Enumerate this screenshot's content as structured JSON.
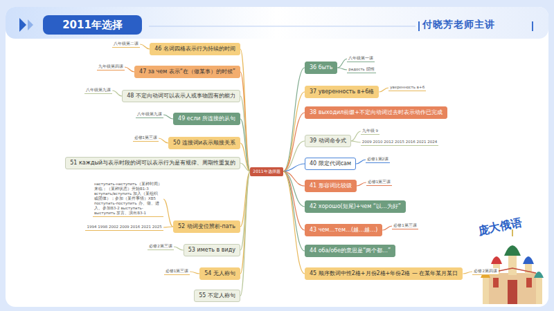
{
  "diagram": {
    "title": "2011年选择",
    "nodes": [
      {
        "text": [
          "2011年选择题"
        ]
      },
      {
        "text": [
          "36 быть"
        ]
      },
      {
        "text": [
          "八年级第一课"
        ]
      },
      {
        "text": [
          "радость 阴性"
        ]
      },
      {
        "text": [
          "37 уверенность в+6格"
        ]
      },
      {
        "text": [
          "уверенность в+6"
        ]
      },
      {
        "text": [
          "38 выходил前缀+不定向动词过去时表示动作已完成"
        ]
      },
      {
        "text": [
          "39 动词命令式"
        ]
      },
      {
        "text": [
          "九年级 9"
        ]
      },
      {
        "text": [
          "2009 2010 2012 2015 2016 2021 2024"
        ]
      },
      {
        "text": [
          "40 限定代词сам"
        ]
      },
      {
        "text": [
          "必修1第2课"
        ]
      },
      {
        "text": [
          "41 形容词比较级"
        ]
      },
      {
        "text": [
          "必修1第三课"
        ]
      },
      {
        "text": [
          "42 хорошо(短尾)+чем “以…为好”"
        ]
      },
      {
        "text": [
          "43 чем…тем…(越…越…)"
        ]
      },
      {
        "text": [
          "必修1第三课"
        ]
      },
      {
        "text": [
          "44 оба/обе的意思是“两个都…”"
        ]
      },
      {
        "text": [
          "45 顺序数词中性2格+月份2格+年份2格 — 在某年某月某日"
        ]
      },
      {
        "text": [
          "必修2第四课"
        ]
      },
      {
        "text": [
          "46 名词四格表示行为持续的时间"
        ]
      },
      {
        "text": [
          "八年级第二课"
        ]
      },
      {
        "text": [
          "47 за чем 表示“在（做某事）的时候”"
        ]
      },
      {
        "text": [
          "九年级第四课"
        ]
      },
      {
        "text": [
          "48 不定向动词可以表示人或事物固有的能力"
        ]
      },
      {
        "text": [
          "八年级第九课"
        ]
      },
      {
        "text": [
          "49 если 所连接的从句"
        ]
      },
      {
        "text": [
          "八年级第九课"
        ]
      },
      {
        "text": [
          "50 连接词и表示顺接关系"
        ]
      },
      {
        "text": [
          "必修1第三课"
        ]
      },
      {
        "text": [
          "51 каждый与表示时段的词可以表示行为是有规律、周期性重复的"
        ]
      },
      {
        "text": [
          "52 动词变位辨析-пать"
        ]
      },
      {
        "text": [
          "наступать-наступить（某种时间）来临；（某种状态）开始B1-3 вступать/вступить 加入（某组织或团体）；参加（某件事情）XB5 поступать-поступить 办、做、进入、参加B3-2 выступать-выступить 发言、演出B3-1"
        ]
      },
      {
        "text": [
          "1994 1998 2002 2009 2016 2021 2025"
        ]
      },
      {
        "text": [
          "53 иметь в виду"
        ]
      },
      {
        "text": [
          "必修2第三课"
        ]
      },
      {
        "text": [
          "54 无人称句"
        ]
      },
      {
        "text": [
          "必修1第三课"
        ]
      },
      {
        "text": [
          "55 不定人称句"
        ]
      }
    ],
    "edges": [
      {
        "from": 0,
        "to": 1,
        "arrow": "none"
      },
      {
        "from": 1,
        "to": 2,
        "arrow": "none"
      },
      {
        "from": 1,
        "to": 3,
        "arrow": "none"
      },
      {
        "from": 0,
        "to": 4,
        "arrow": "none"
      },
      {
        "from": 4,
        "to": 5,
        "arrow": "none"
      },
      {
        "from": 0,
        "to": 6,
        "arrow": "none"
      },
      {
        "from": 0,
        "to": 7,
        "arrow": "none"
      },
      {
        "from": 7,
        "to": 8,
        "arrow": "none"
      },
      {
        "from": 7,
        "to": 9,
        "arrow": "none"
      },
      {
        "from": 0,
        "to": 10,
        "arrow": "none"
      },
      {
        "from": 10,
        "to": 11,
        "arrow": "none"
      },
      {
        "from": 0,
        "to": 12,
        "arrow": "none"
      },
      {
        "from": 12,
        "to": 13,
        "arrow": "none"
      },
      {
        "from": 0,
        "to": 14,
        "arrow": "none"
      },
      {
        "from": 0,
        "to": 15,
        "arrow": "none"
      },
      {
        "from": 15,
        "to": 16,
        "arrow": "none"
      },
      {
        "from": 0,
        "to": 17,
        "arrow": "none"
      },
      {
        "from": 0,
        "to": 18,
        "arrow": "none"
      },
      {
        "from": 18,
        "to": 19,
        "arrow": "none"
      },
      {
        "from": 0,
        "to": 20,
        "arrow": "none"
      },
      {
        "from": 20,
        "to": 21,
        "arrow": "none"
      },
      {
        "from": 0,
        "to": 22,
        "arrow": "none"
      },
      {
        "from": 22,
        "to": 23,
        "arrow": "none"
      },
      {
        "from": 0,
        "to": 24,
        "arrow": "none"
      },
      {
        "from": 24,
        "to": 25,
        "arrow": "none"
      },
      {
        "from": 0,
        "to": 26,
        "arrow": "none"
      },
      {
        "from": 26,
        "to": 27,
        "arrow": "none"
      },
      {
        "from": 0,
        "to": 28,
        "arrow": "none"
      },
      {
        "from": 28,
        "to": 29,
        "arrow": "none"
      },
      {
        "from": 0,
        "to": 30,
        "arrow": "none"
      },
      {
        "from": 0,
        "to": 31,
        "arrow": "none"
      },
      {
        "from": 31,
        "to": 32,
        "arrow": "none"
      },
      {
        "from": 31,
        "to": 33,
        "arrow": "none"
      },
      {
        "from": 0,
        "to": 34,
        "arrow": "none"
      },
      {
        "from": 34,
        "to": 35,
        "arrow": "none"
      },
      {
        "from": 0,
        "to": 36,
        "arrow": "none"
      },
      {
        "from": 36,
        "to": 37,
        "arrow": "none"
      },
      {
        "from": 0,
        "to": 38,
        "arrow": "none"
      }
    ],
    "labels": [
      "付晓芳老师主讲",
      "庞大俄语"
    ]
  }
}
